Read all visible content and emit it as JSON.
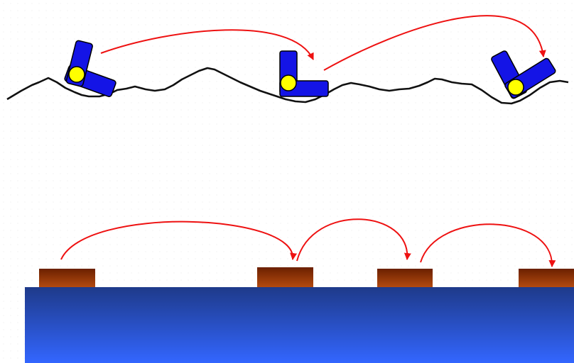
{
  "colors": {
    "background": "#ffffff",
    "ground_line": "#111111",
    "robot_body": "#1414e6",
    "robot_joint": "#ffff00",
    "arrow": "#ee1111",
    "platform_top": "#6b2000",
    "platform_bottom": "#b34a10",
    "water_top": "#1e3a8a",
    "water_bottom": "#3366ff"
  },
  "panels": {
    "top": {
      "description_icons": [
        "robot-icon",
        "robot-icon",
        "robot-icon"
      ],
      "hops": 2
    },
    "bottom": {
      "platforms": 4,
      "hops": 3
    }
  }
}
